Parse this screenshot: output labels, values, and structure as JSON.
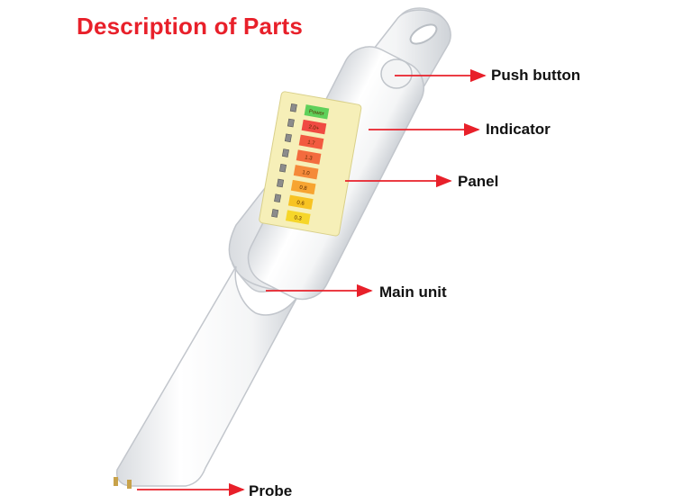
{
  "title": "Description of Parts",
  "labels": {
    "push_button": "Push button",
    "indicator": "Indicator",
    "panel": "Panel",
    "main_unit": "Main unit",
    "probe": "Probe"
  },
  "colors": {
    "title": "#e8202a",
    "arrow": "#e8202a",
    "label": "#111111",
    "panel_background": "#f6efb8",
    "indicator_green": "#5fd05a"
  },
  "panel_segments": [
    {
      "text": "Power",
      "color": "#5fd05a"
    },
    {
      "text": "2.0+",
      "color": "#f04a42"
    },
    {
      "text": "1.7",
      "color": "#f25a40"
    },
    {
      "text": "1.3",
      "color": "#f36b3e"
    },
    {
      "text": "1.0",
      "color": "#f58a3a"
    },
    {
      "text": "0.8",
      "color": "#f7a431"
    },
    {
      "text": "0.6",
      "color": "#f7c322"
    },
    {
      "text": "0.3",
      "color": "#f6d62a"
    }
  ]
}
